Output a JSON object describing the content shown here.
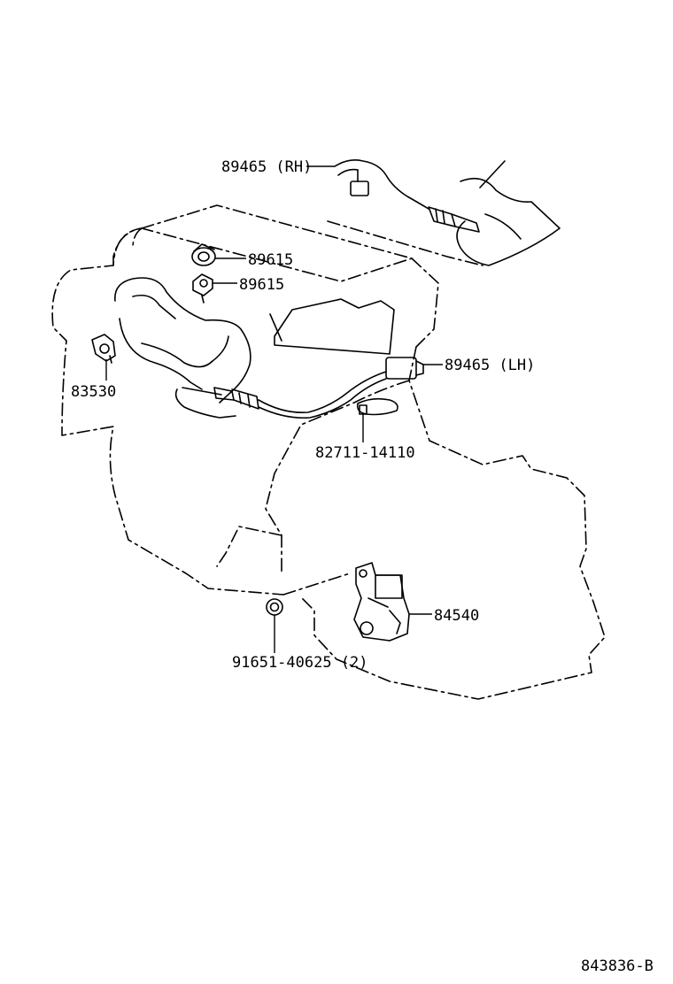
{
  "diagram": {
    "labels": {
      "o2_sensor_rh": "89465 (RH)",
      "knock_sensor_upper": "89615",
      "knock_sensor_lower": "89615",
      "o2_sensor_lh": "89465 (LH)",
      "temp_switch": "83530",
      "wire_clamp": "82711-14110",
      "neutral_switch": "84540",
      "bolt": "91651-40625 (2)"
    },
    "drawing_code": "843836-B"
  }
}
